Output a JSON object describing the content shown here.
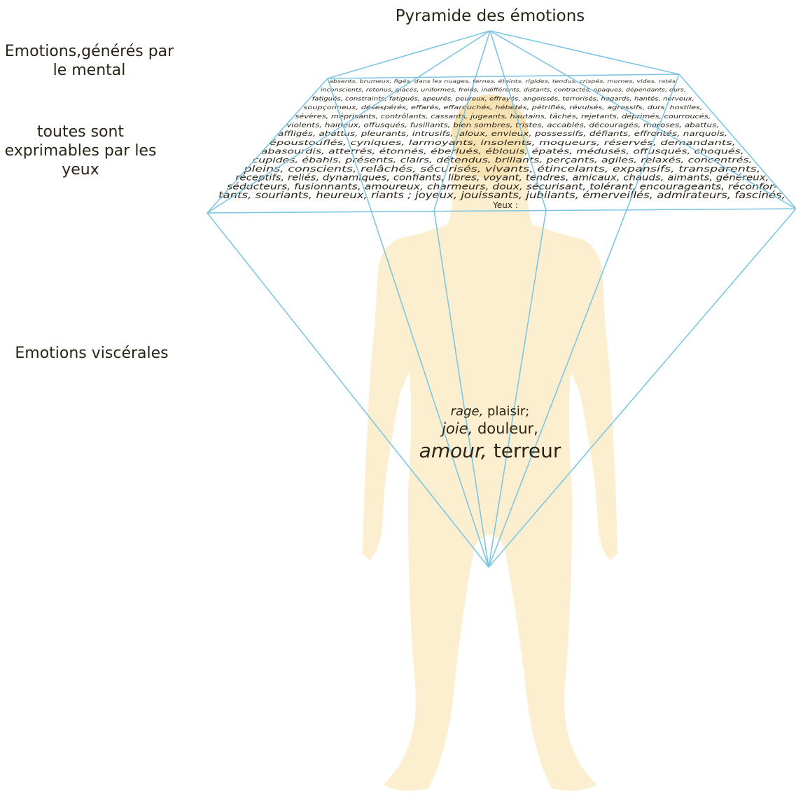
{
  "title": "Pyramide des émotions",
  "left_labels": {
    "mental": "Emotions,générés par le mental",
    "eyes_note": "toutes sont exprimables par les yeux",
    "visceral": "Emotions viscérales"
  },
  "eyes_label": "Yeux :",
  "eye_emotion_lines": [
    "absents, brumeux, figés, dans les nuages, ternes, éteints, rigides, tendus, crispés, mornes, vides, ratés,",
    "inconscients, retenus, glacés, uniformes, froids, indifférents, distants, contractés, opaques, dépendants, durs,",
    "fatigués, constraints, fatigués, apeurés, peureux, effrayés, angoissés, terrorisés, hagards, hantés, nerveux,",
    "soupçonneux, désespérés, effarés, effarouchés, hébétés, pétrifiés, révulsés, agressifs, durs, hostiles,",
    "sévères, méprisants, contrôlants, cassants, jugeants, hautains, tâchés, rejetants, déprimés, courroucés,",
    "violents, haineux, offusqués, fusillants, bien sombres, tristes, accablés, découragés, moroses, abattus,",
    "affligés, abattus, pleurants, intrusifs, jaloux, envieux, possessifs, défiants, effrontés, narquois,",
    "époustouflés, cyniques, larmoyants, insolents, moqueurs, réservés, demandants,",
    "abasourdis, atterrés, étonnés, éberlués, éblouis, épatés, médusés, offusqués, choqués,",
    "cupides, ébahis, présents, clairs, détendus, brillants, perçants, agiles, relaxés, concentrés,",
    "pleins, conscients, relâchés, sécurisés, vivants, étincelants, expansifs, transparents,",
    "réceptifs, reliés, dynamiques, confiants, libres, voyant, tendres, amicaux, chauds, aimants, généreux,",
    "séducteurs, fusionnants, amoureux, charmeurs, doux, sécurisant, tolérant, encourageants, réconfor-",
    "tants, souriants, heureux, riants ; joyeux, jouissants, jubilants, émerveillés, admirateurs, fascinés,"
  ],
  "visceral_emotions": {
    "line1_italic": "rage,",
    "line1_regular": "plaisir;",
    "line2_italic": "joie,",
    "line2_regular": "douleur,",
    "line3_italic": "amour,",
    "line3_regular": "terreur"
  },
  "colors": {
    "lines": "#7fc6e3",
    "silhouette": "#fcefcf",
    "silhouette_head": "#f7e2b4",
    "text": "#2a2417"
  },
  "figure": {
    "silhouette": "human-body-silhouette",
    "pyramid": "double-pyramid-outline"
  }
}
